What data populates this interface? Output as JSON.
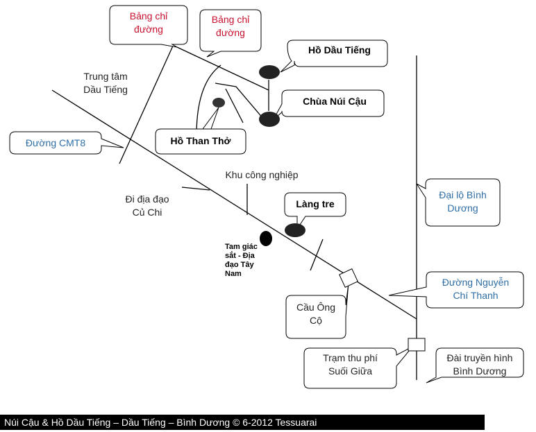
{
  "callouts": {
    "bang_chi_duong_1": [
      "Bảng chỉ",
      "đường"
    ],
    "bang_chi_duong_2": [
      "Bảng chỉ",
      "đường"
    ],
    "ho_dau_tieng": "Hồ Dầu Tiếng",
    "chua_nui_cau": "Chùa Núi Cậu",
    "ho_than_tho": "Hồ Than Thở",
    "duong_cmt8": "Đường CMT8",
    "lang_tre": "Làng tre",
    "dai_lo_binh_duong": [
      "Đại lộ Bình",
      "Dương"
    ],
    "duong_nguyen_chi_thanh": [
      "Đường Nguyễn",
      "Chí Thanh"
    ],
    "cau_ong_co": [
      "Cầu Ông",
      "Cộ"
    ],
    "tram_thu_phi": [
      "Trạm thu phí",
      "Suối Giữa"
    ],
    "dai_truyen_hinh": [
      "Đài truyền hình",
      "Bình Dương"
    ]
  },
  "labels": {
    "trung_tam": [
      "Trung tâm",
      "Dầu Tiếng"
    ],
    "khu_cong_nghiep": "Khu công nghiệp",
    "di_dia_dao": [
      "Đi địa đạo",
      "Củ Chi"
    ],
    "tam_giac_sat": [
      "Tam giác",
      "sắt - Địa",
      "đạo Tây",
      "Nam"
    ]
  },
  "caption": "Núi Cậu & Hồ Dầu Tiếng – Dầu Tiếng – Bình Dương © 6-2012 Tessuarai",
  "colors": {
    "line": "#000000",
    "red_text": "#c8102e",
    "blue_text": "#2e6ea6",
    "marker": "#222222"
  }
}
